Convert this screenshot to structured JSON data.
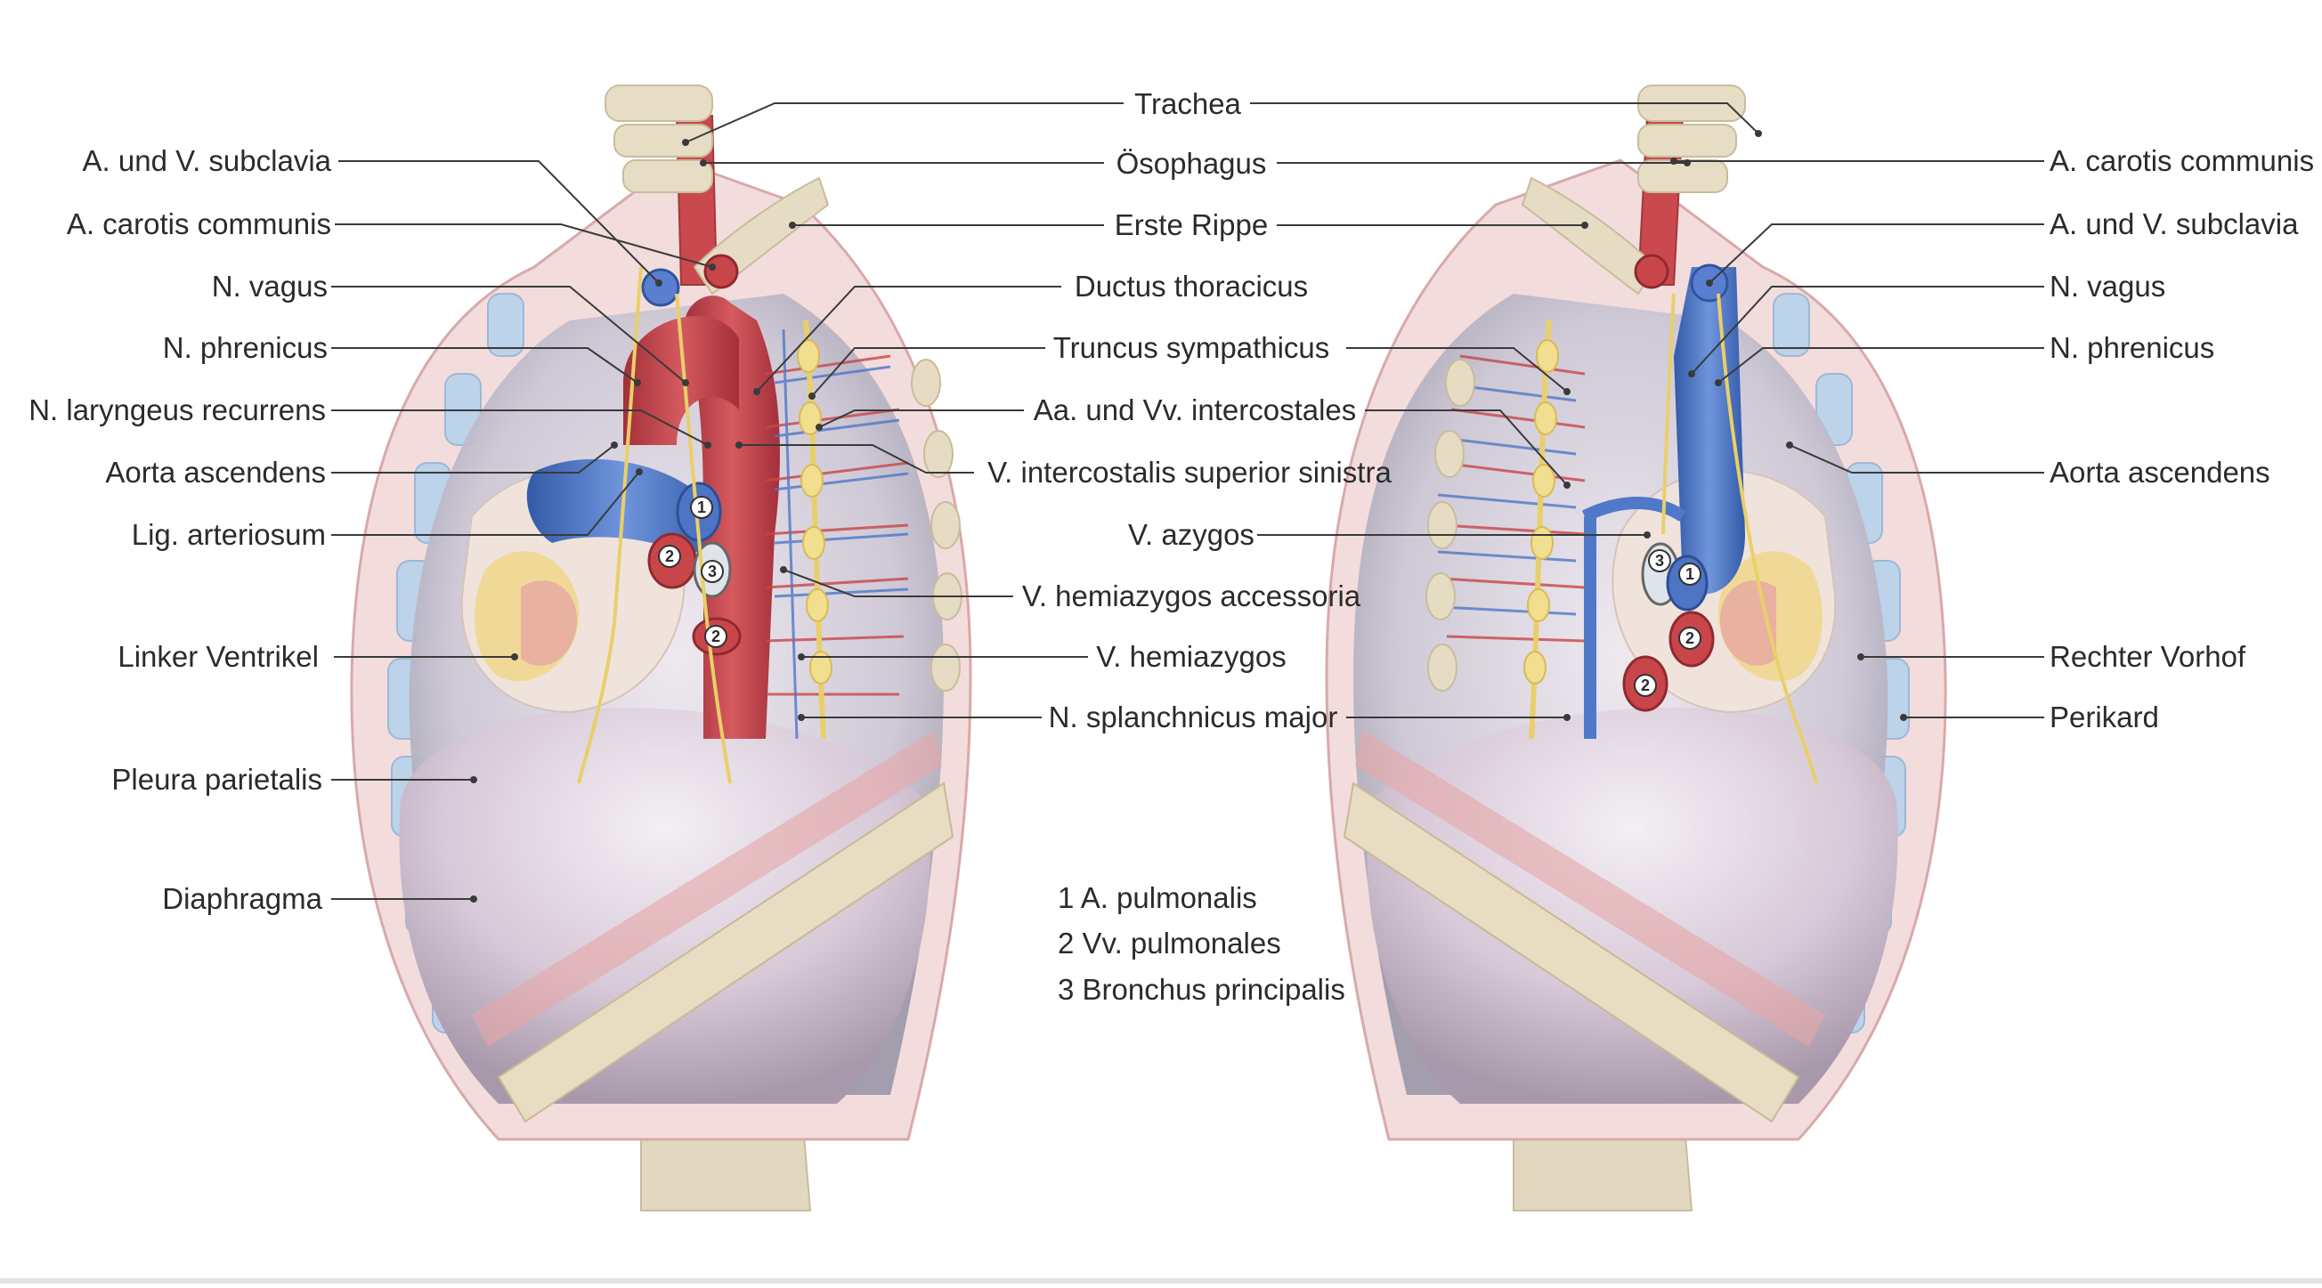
{
  "labels": {
    "left_panel": [
      "A. und V. subclavia",
      "A. carotis communis",
      "N. vagus",
      "N. phrenicus",
      "N. laryngeus recurrens",
      "Aorta ascendens",
      "Lig. arteriosum",
      "Linker Ventrikel",
      "Pleura parietalis",
      "Diaphragma"
    ],
    "center": [
      "Trachea",
      "Ösophagus",
      "Erste Rippe",
      "Ductus thoracicus",
      "Truncus sympathicus",
      "Aa. und Vv. intercostales",
      "V. intercostalis superior sinistra",
      "V. azygos",
      "V. hemiazygos accessoria",
      "V. hemiazygos",
      "N. splanchnicus major"
    ],
    "right_panel": [
      "A. carotis communis",
      "A. und V. subclavia",
      "N. vagus",
      "N. phrenicus",
      "Aorta ascendens",
      "Rechter Vorhof",
      "Perikard"
    ]
  },
  "legend": [
    "1 A. pulmonalis",
    "2 Vv. pulmonales",
    "3 Bronchus principalis"
  ],
  "markers": [
    "1",
    "2",
    "3"
  ],
  "colors": {
    "artery": "#c8464a",
    "vein": "#4f78c8",
    "nerve": "#e9d27a",
    "bone": "#e6dcc4",
    "pleura": "#cfd0dc",
    "muscle": "#e3a3a3",
    "cartilage": "#bcd3ea",
    "leader": "#3a3a3a"
  }
}
